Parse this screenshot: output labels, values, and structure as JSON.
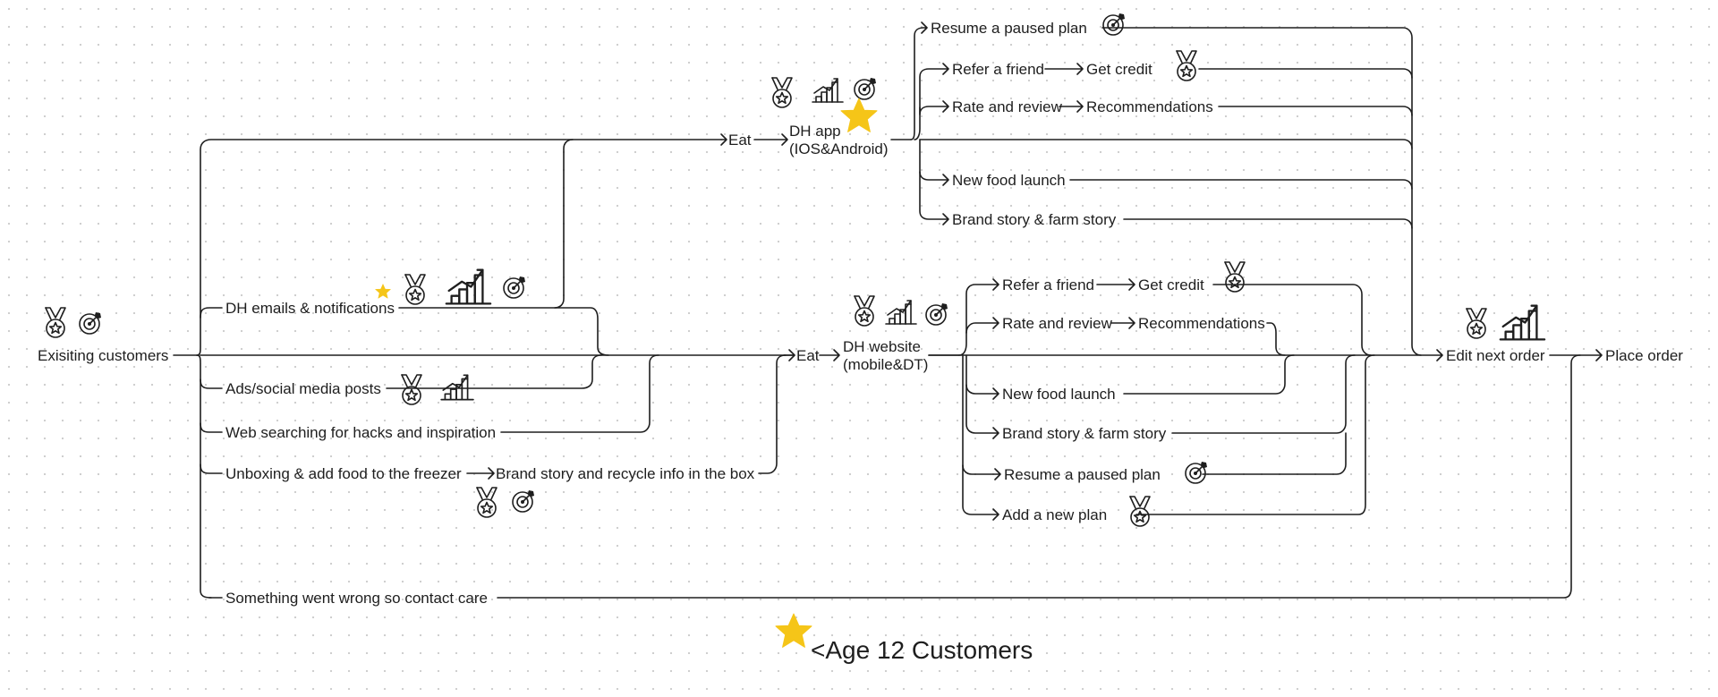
{
  "root": {
    "label": "Exisiting customers"
  },
  "channels": {
    "emails": "DH emails & notifications",
    "ads": "Ads/social media posts",
    "web_search": "Web searching for hacks and inspiration",
    "unboxing": "Unboxing & add food to the freezer",
    "box_info": "Brand story and recycle info in the box",
    "contact_care": "Something went wrong so contact care"
  },
  "app": {
    "eat": "Eat",
    "name_line1": "DH app",
    "name_line2": "(IOS&Android)",
    "resume": "Resume a paused plan",
    "refer": "Refer a friend",
    "credit": "Get credit",
    "rate": "Rate and review",
    "recs": "Recommendations",
    "new_food": "New food launch",
    "brand_story": "Brand story & farm story"
  },
  "website": {
    "eat": "Eat",
    "name_line1": "DH website",
    "name_line2": "(mobile&DT)",
    "refer": "Refer a friend",
    "credit": "Get credit",
    "rate": "Rate and review",
    "recs": "Recommendations",
    "new_food": "New food launch",
    "brand_story": "Brand story & farm story",
    "resume": "Resume a paused plan",
    "add_plan": "Add a new plan"
  },
  "outcomes": {
    "edit": "Edit next order",
    "place": "Place order"
  },
  "legend": {
    "label": "<Age 12 Customers"
  },
  "icons": {
    "medal": "medal-icon",
    "growth": "growth-chart-icon",
    "target": "target-icon",
    "star": "star-icon",
    "star_color": "#f5c518",
    "line_color": "#1e1e1e"
  }
}
